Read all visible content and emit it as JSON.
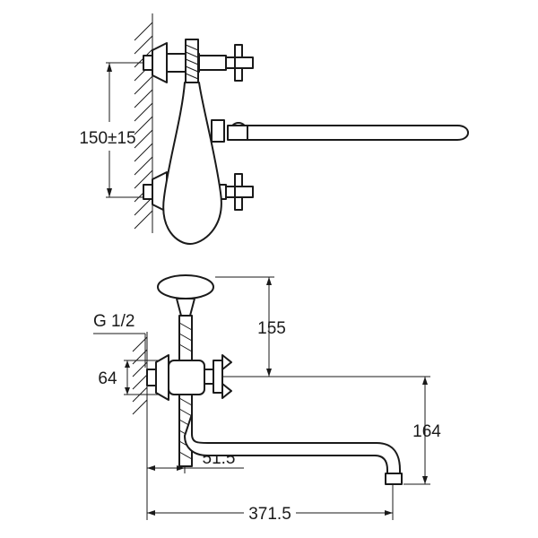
{
  "dimensions": {
    "front_spacing": "150±15",
    "thread": "G 1/2",
    "handle_height": "155",
    "body_height": "64",
    "spout_drop": "164",
    "hose_offset": "51.5",
    "spout_reach": "371.5"
  },
  "colors": {
    "line": "#1a1a1a",
    "fill": "#ffffff",
    "hatch": "#1a1a1a"
  }
}
